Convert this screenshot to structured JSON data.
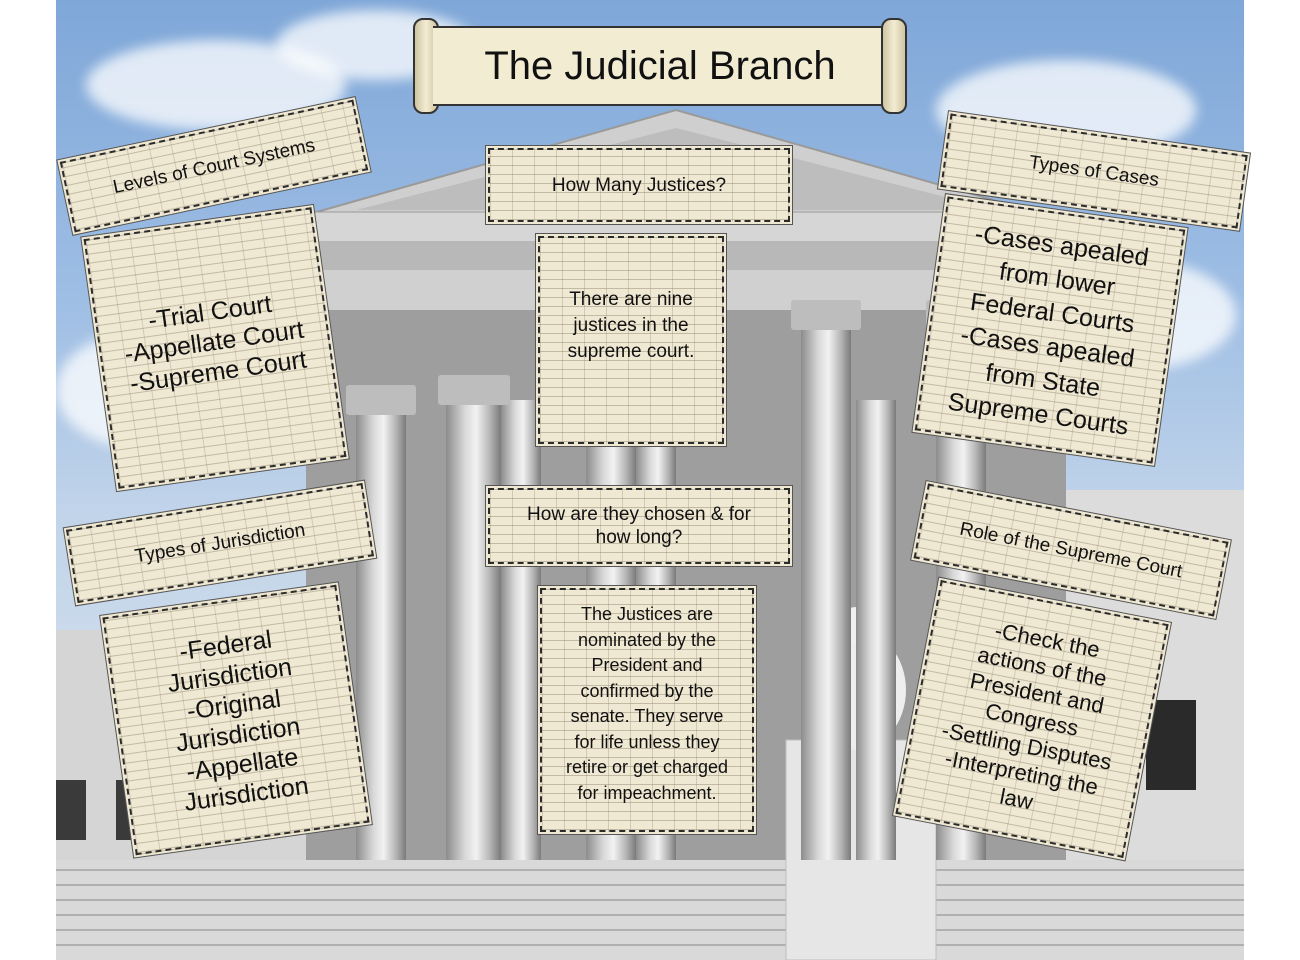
{
  "title": "The Judicial Branch",
  "panels": {
    "levels": {
      "heading": "Levels of Court Systems",
      "body": [
        "-Trial Court",
        "-Appellate Court",
        "-Supreme Court"
      ]
    },
    "justices": {
      "heading": "How Many Justices?",
      "body": [
        "There are nine",
        "justices in the",
        "supreme court."
      ]
    },
    "cases": {
      "heading": "Types of Cases",
      "body": [
        "-Cases apealed",
        "from lower",
        "Federal Courts",
        "-Cases apealed",
        "from State",
        "Supreme Courts"
      ]
    },
    "jurisdiction": {
      "heading": "Types of Jurisdiction",
      "body": [
        "-Federal",
        "Jurisdiction",
        "-Original",
        "Jurisdiction",
        "-Appellate",
        "Jurisdiction"
      ]
    },
    "chosen": {
      "heading": [
        "How are they chosen & for",
        "how long?"
      ],
      "body": [
        "The Justices are",
        "nominated by the",
        "President and",
        "confirmed by the",
        "senate. They serve",
        "for life unless they",
        "retire or get charged",
        "for impeachment."
      ]
    },
    "role": {
      "heading": "Role of the Supreme Court",
      "body": [
        "-Check the",
        "actions of the",
        "President and",
        "Congress",
        "-Settling Disputes",
        "-Interpreting the",
        "law"
      ]
    }
  },
  "colors": {
    "sky": "#9dbde4",
    "stone": "#d9d9d9",
    "paper": "#efe8d3",
    "ink": "#111111"
  }
}
